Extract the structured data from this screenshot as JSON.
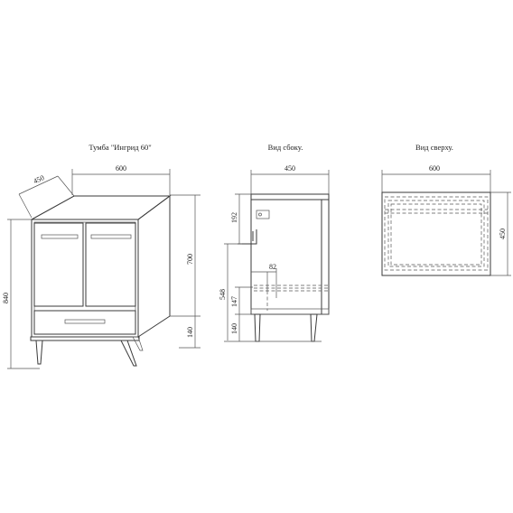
{
  "titles": {
    "front": "Тумба \"Ингрид 60\"",
    "side": "Вид сбоку.",
    "top": "Вид сверху."
  },
  "dims": {
    "front_width": "600",
    "front_depth": "450",
    "front_height": "840",
    "front_body": "700",
    "front_leg": "140",
    "side_width": "450",
    "side_192": "192",
    "side_82": "82",
    "side_548": "548",
    "side_147": "147",
    "side_140": "140",
    "top_width": "600",
    "top_depth": "450"
  }
}
